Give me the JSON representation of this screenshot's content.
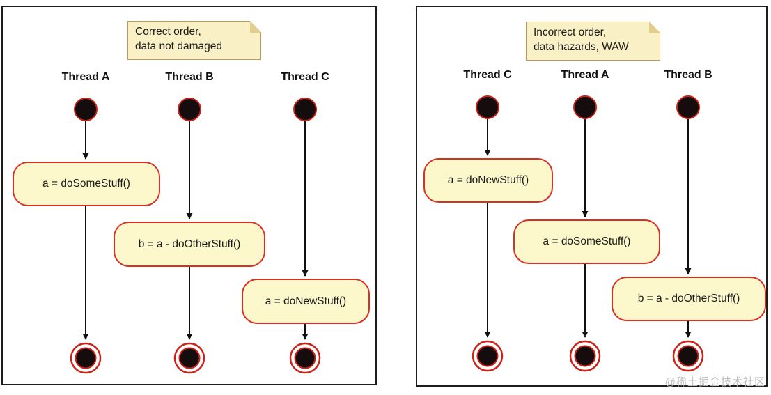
{
  "page": {
    "watermark": "@稀土掘金技术社区"
  },
  "colors": {
    "panel_border": "#1c1c1c",
    "activity_fill": "#FCF8CC",
    "activity_border": "#D93025",
    "note_fill": "#FAF0C5",
    "note_border": "#BE9655",
    "node_fill": "#150D0D",
    "node_ring": "#CC2218",
    "arrow": "#111111"
  },
  "panels": [
    {
      "id": "left",
      "note": {
        "line1": "Correct order,",
        "line2": "data not damaged"
      },
      "threads": [
        {
          "label": "Thread A",
          "activity": "a = doSomeStuff()"
        },
        {
          "label": "Thread B",
          "activity": "b = a - doOtherStuff()"
        },
        {
          "label": "Thread C",
          "activity": "a = doNewStuff()"
        }
      ]
    },
    {
      "id": "right",
      "note": {
        "line1": "Incorrect order,",
        "line2": "data hazards, WAW"
      },
      "threads": [
        {
          "label": "Thread C",
          "activity": "a = doNewStuff()"
        },
        {
          "label": "Thread A",
          "activity": "a = doSomeStuff()"
        },
        {
          "label": "Thread B",
          "activity": "b = a - doOtherStuff()"
        }
      ]
    }
  ]
}
